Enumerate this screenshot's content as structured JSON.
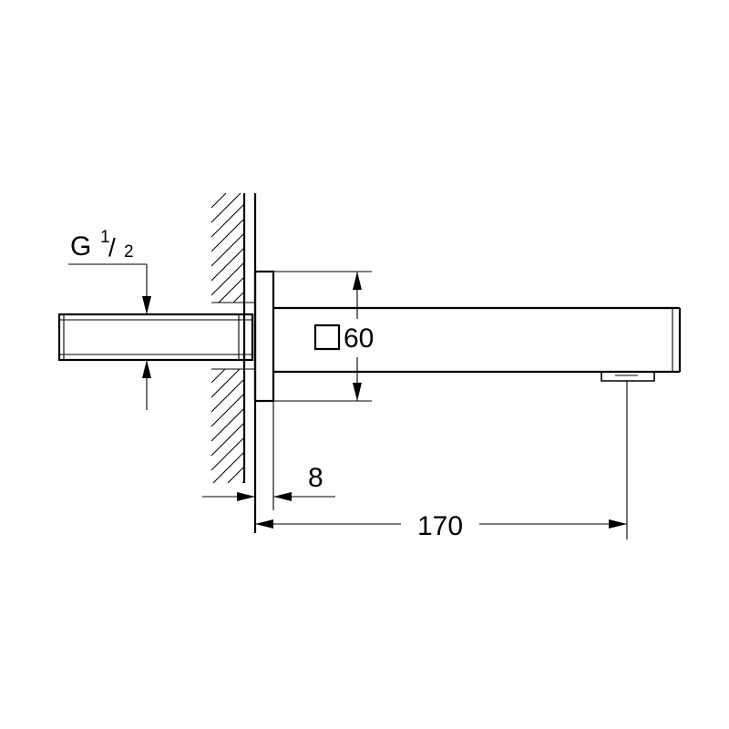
{
  "thread_label": {
    "base": "G",
    "numerator": "1",
    "slash": "/",
    "denominator": "2"
  },
  "spout_size_label": "60",
  "square_symbol_icon": "square-section-symbol",
  "dim_plate_thickness": "8",
  "dim_projection": "170",
  "colors": {
    "line": "#000000",
    "background": "#ffffff"
  }
}
